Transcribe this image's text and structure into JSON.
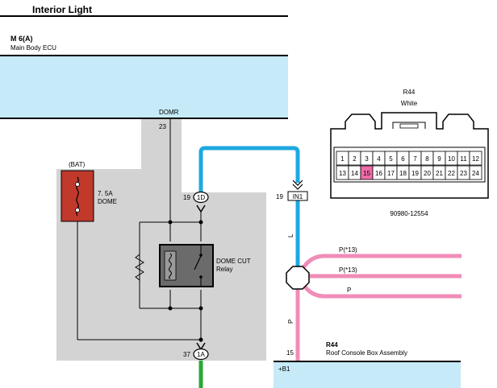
{
  "header": {
    "title": "Interior Light"
  },
  "ecu": {
    "code": "M 6(A)",
    "name": "Main Body ECU",
    "terminal_name": "DOMR",
    "terminal_pin": "23"
  },
  "fuse": {
    "source": "(BAT)",
    "rating": "7. 5A",
    "name": "DOME"
  },
  "relay": {
    "name_line1": "DOME CUT",
    "name_line2": "Relay"
  },
  "connectors": {
    "c1d": {
      "pin": "19",
      "id": "1D"
    },
    "c1a": {
      "pin": "37",
      "id": "1A"
    },
    "in1": {
      "pin": "19",
      "id": "IN1"
    }
  },
  "wires": {
    "label_L": "L",
    "label_P": "P",
    "branch1": "P(*13)",
    "branch2": "P(*13)",
    "branch3": "P",
    "colors": {
      "blue": "#1ea8e0",
      "pink": "#f08cb8",
      "green": "#2aa836",
      "ecu_fill": "#c6eaf8",
      "junction_fill": "#d3d3d3",
      "fuse_fill": "#c0392b"
    }
  },
  "assembly": {
    "code": "R44",
    "name": "Roof Console Box Assembly",
    "pin": "15",
    "terminal": "+B1"
  },
  "pinout": {
    "code": "R44",
    "color": "White",
    "part_number": "90980-12554",
    "row1": [
      "1",
      "2",
      "3",
      "4",
      "5",
      "6",
      "7",
      "8",
      "9",
      "10",
      "11",
      "12"
    ],
    "row2": [
      "13",
      "14",
      "15",
      "16",
      "17",
      "18",
      "19",
      "20",
      "21",
      "22",
      "23",
      "24"
    ],
    "highlight": "15"
  }
}
